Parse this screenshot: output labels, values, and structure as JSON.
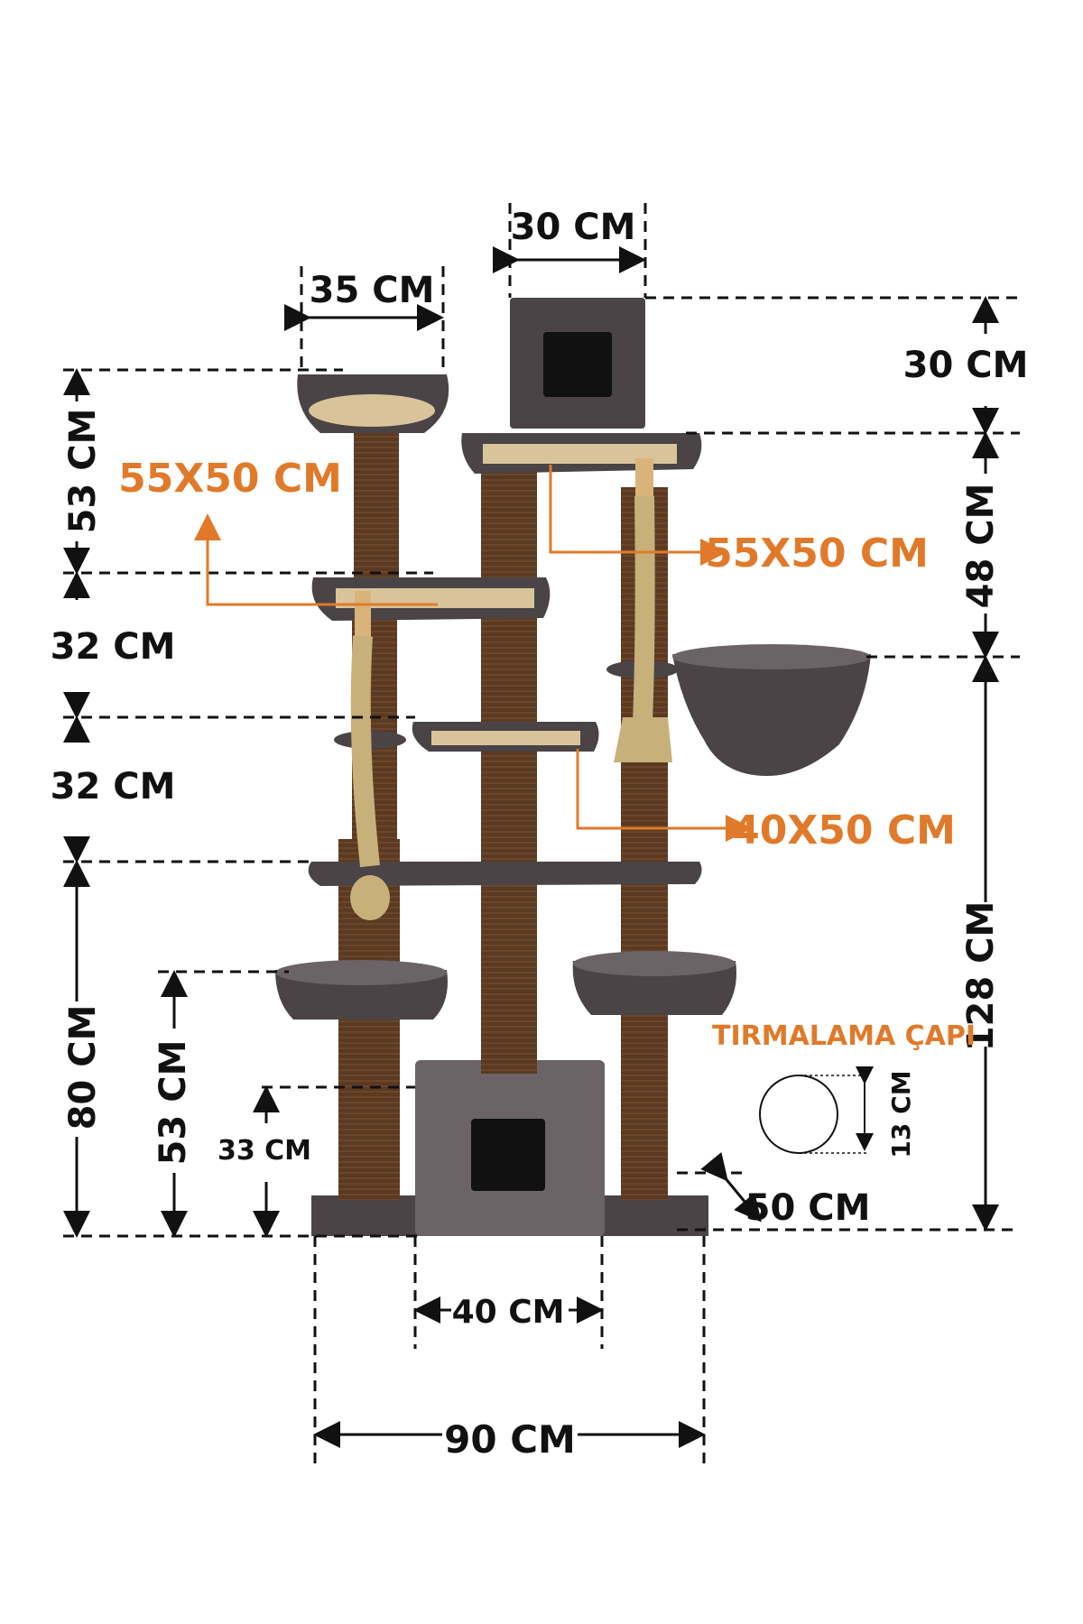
{
  "colors": {
    "accent": "#e07a2a",
    "text": "#111111",
    "plush": "#4a4446",
    "plush_light": "#6b6366",
    "sisal_post": "#5a3a22",
    "wood_underside": "#d9c49a",
    "rope": "#c8b07a"
  },
  "dimensions": {
    "top_box_width": "30 CM",
    "left_platform_width": "35 CM",
    "top_box_height": "30 CM",
    "right_upper_height": "48 CM",
    "right_lower_height": "128 CM",
    "left_top_height": "53 CM",
    "left_mid_height": "32 CM",
    "left_mid_height_2": "32 CM",
    "left_bottom_height": "80 CM",
    "bed_height": "53 CM",
    "base_box_height": "33 CM",
    "base_depth": "50 CM",
    "base_box_width": "40 CM",
    "total_width": "90 CM",
    "scratch_post_diameter": "13 CM"
  },
  "platform_labels": {
    "left_platform": "55X50 CM",
    "right_platform": "55X50 CM",
    "small_platform": "40X50 CM"
  },
  "scratch_post_caption": "TIRMALAMA ÇAPI"
}
